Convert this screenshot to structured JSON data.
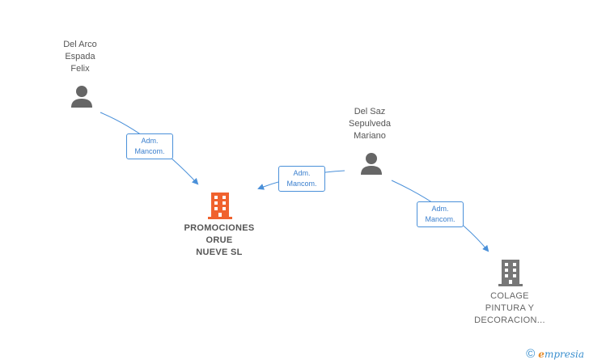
{
  "persons": [
    {
      "label": "Del Arco\nEspada\nFelix",
      "icon": "person-icon"
    },
    {
      "label": "Del Saz\nSepulveda\nMariano",
      "icon": "person-icon"
    }
  ],
  "companies": [
    {
      "label": "PROMOCIONES\nORUE\nNUEVE  SL",
      "icon": "building-icon",
      "color": "#f0622e"
    },
    {
      "label": "COLAGE\nPINTURA Y\nDECORACION...",
      "icon": "building-icon",
      "color": "#777777"
    }
  ],
  "relations": [
    {
      "line1": "Adm.",
      "line2": "Mancom."
    },
    {
      "line1": "Adm.",
      "line2": "Mancom."
    },
    {
      "line1": "Adm.",
      "line2": "Mancom."
    }
  ],
  "colors": {
    "edge": "#4a90d9",
    "person": "#666666"
  },
  "brand": {
    "symbol": "©",
    "first_letter": "e",
    "rest": "mpresia"
  }
}
